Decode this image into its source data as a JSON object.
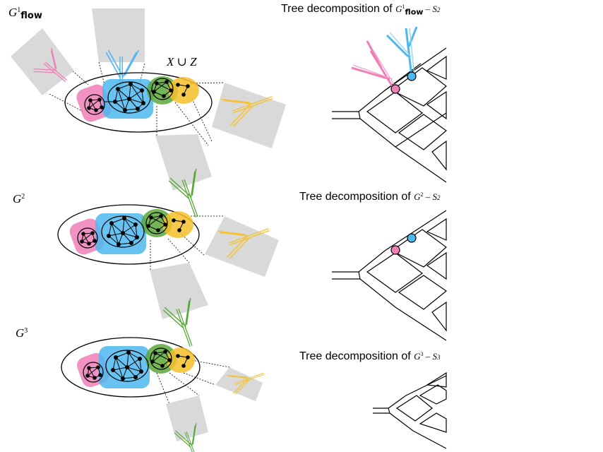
{
  "panels": [
    {
      "graph_label": {
        "base": "G",
        "sup": "1",
        "sub": "flow"
      },
      "set_label": "X ∪ Z",
      "tree_title": {
        "prefix": "Tree decomposition of ",
        "base": "G",
        "sup": "1",
        "sub": "flow",
        "minus": " – ",
        "s_base": "S",
        "s_sub": "2"
      }
    },
    {
      "graph_label": {
        "base": "G",
        "sup": "2"
      },
      "tree_title": {
        "prefix": "Tree decomposition of ",
        "base": "G",
        "sup": "2",
        "minus": " – ",
        "s_base": "S",
        "s_sub": "2"
      }
    },
    {
      "graph_label": {
        "base": "G",
        "sup": "3"
      },
      "tree_title": {
        "prefix": "Tree decomposition of ",
        "base": "G",
        "sup": "3",
        "minus": " – ",
        "s_base": "S",
        "s_sub": "3"
      }
    }
  ],
  "colors": {
    "pink": "#ef7fb8",
    "blue": "#4db8f0",
    "green": "#5aa83a",
    "yellow": "#f6c02a",
    "gray": "#d9d9d9"
  }
}
